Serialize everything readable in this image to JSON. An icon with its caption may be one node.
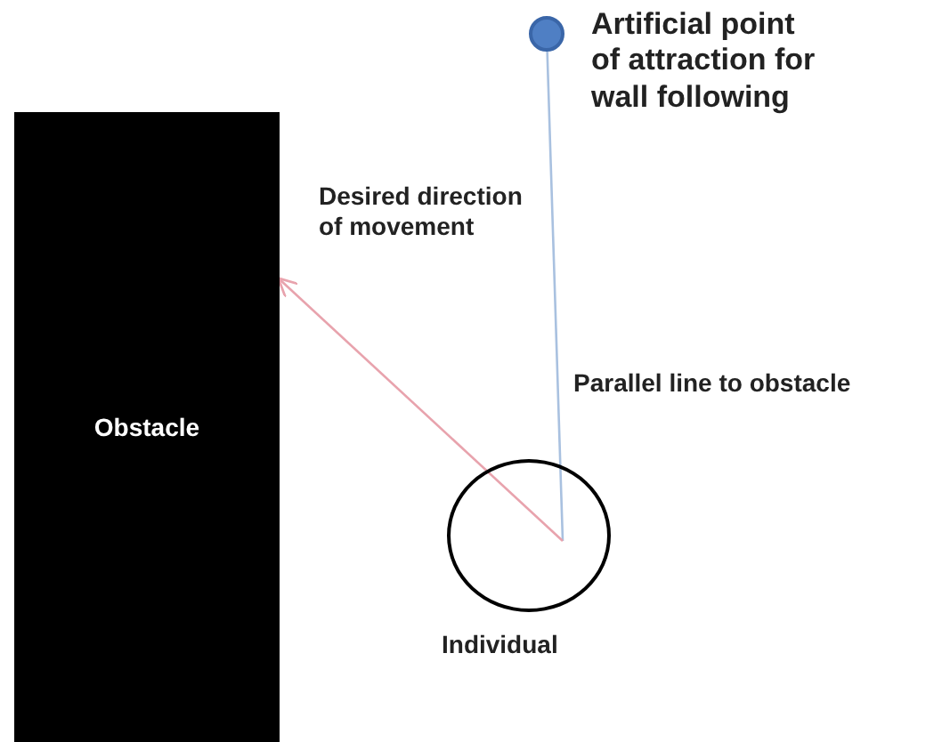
{
  "diagram": {
    "nodes": [
      {
        "text": [
          "Obstacle"
        ]
      },
      {
        "text": [],
        "shape": "circle",
        "beside": [
          "Artificial point of attraction for wall following"
        ]
      },
      {
        "text": [],
        "shape": "circle",
        "beside": [
          "Individual"
        ]
      }
    ],
    "edges": [
      {
        "from": 2,
        "to": 1,
        "arrow": "none",
        "color": "#a9c1e0"
      },
      {
        "from": 2,
        "to": 0,
        "arrow": "to",
        "color": "#e8a3ad"
      }
    ],
    "labels": [
      "Desired direction of movement",
      "Parallel line to obstacle"
    ]
  }
}
